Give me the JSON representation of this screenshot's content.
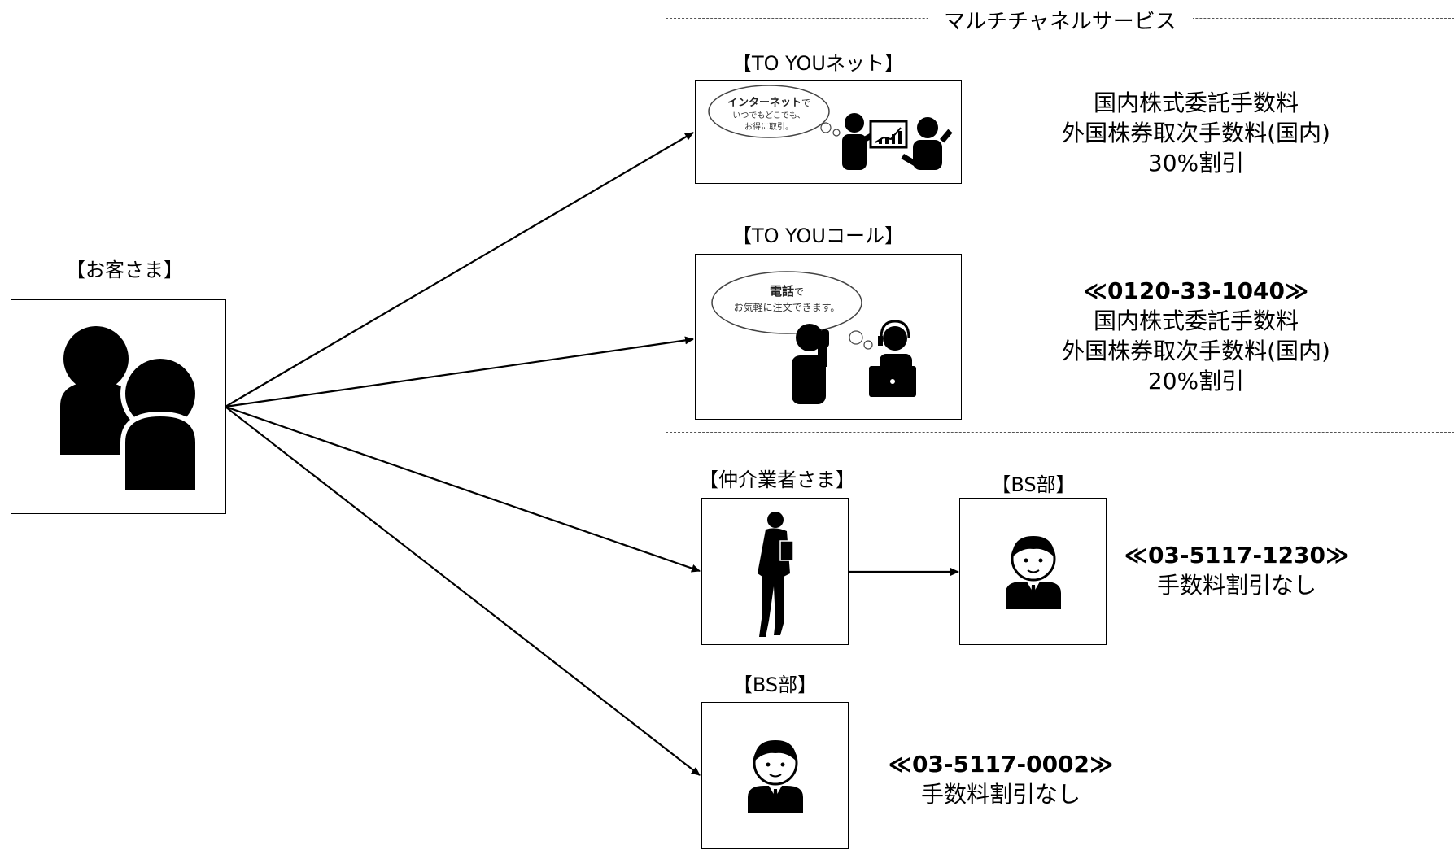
{
  "group": {
    "title": "マルチチャネルサービス"
  },
  "customer": {
    "label": "【お客さま】"
  },
  "net": {
    "label": "【TO YOUネット】",
    "bubble_title": "インターネット",
    "bubble_title_suffix": "で",
    "bubble_line1": "いつでもどこでも、",
    "bubble_line2": "お得に取引。",
    "info_line1": "国内株式委託手数料",
    "info_line2": "外国株券取次手数料(国内)",
    "info_line3": "30%割引"
  },
  "call": {
    "label": "【TO YOUコール】",
    "bubble_title": "電話",
    "bubble_title_suffix": "で",
    "bubble_line1": "お気軽に注文できます。",
    "phone": "≪0120-33-1040≫",
    "info_line1": "国内株式委託手数料",
    "info_line2": "外国株券取次手数料(国内)",
    "info_line3": "20%割引"
  },
  "broker": {
    "label": "【仲介業者さま】"
  },
  "bs_broker": {
    "label": "【BS部】",
    "phone": "≪03-5117-1230≫",
    "info": "手数料割引なし"
  },
  "bs_direct": {
    "label": "【BS部】",
    "phone": "≪03-5117-0002≫",
    "info": "手数料割引なし"
  }
}
